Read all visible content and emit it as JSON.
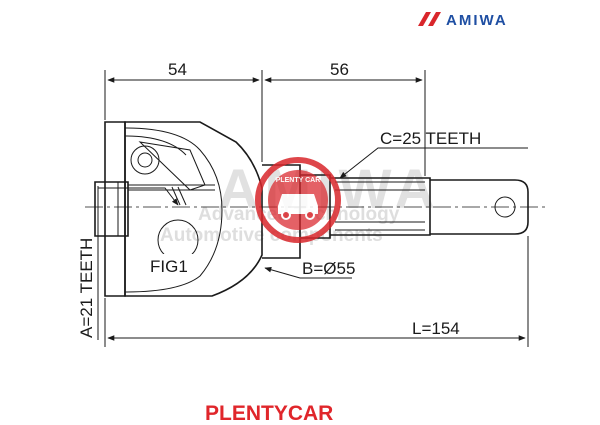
{
  "brand": {
    "name": "AMIWA",
    "slash_color": "#d9262b",
    "text_color": "#1f4fa3"
  },
  "dimensions": {
    "top_left": "54",
    "top_right": "56",
    "spline_outer": "C=25 TEETH",
    "diameter": "B=Ø55",
    "spline_inner": "A=21 TEETH",
    "total_length": "L=154",
    "figure_label": "FIG1"
  },
  "watermark": {
    "word": "AMIWA",
    "line1": "Advanced Technology",
    "line2": "Automotive components",
    "badge_text": "PLENTY CAR",
    "badge_color": "#d9262b"
  },
  "footer": {
    "label": "PLENTYCAR",
    "color": "#e0262b"
  },
  "colors": {
    "line": "#1a1a1a"
  }
}
